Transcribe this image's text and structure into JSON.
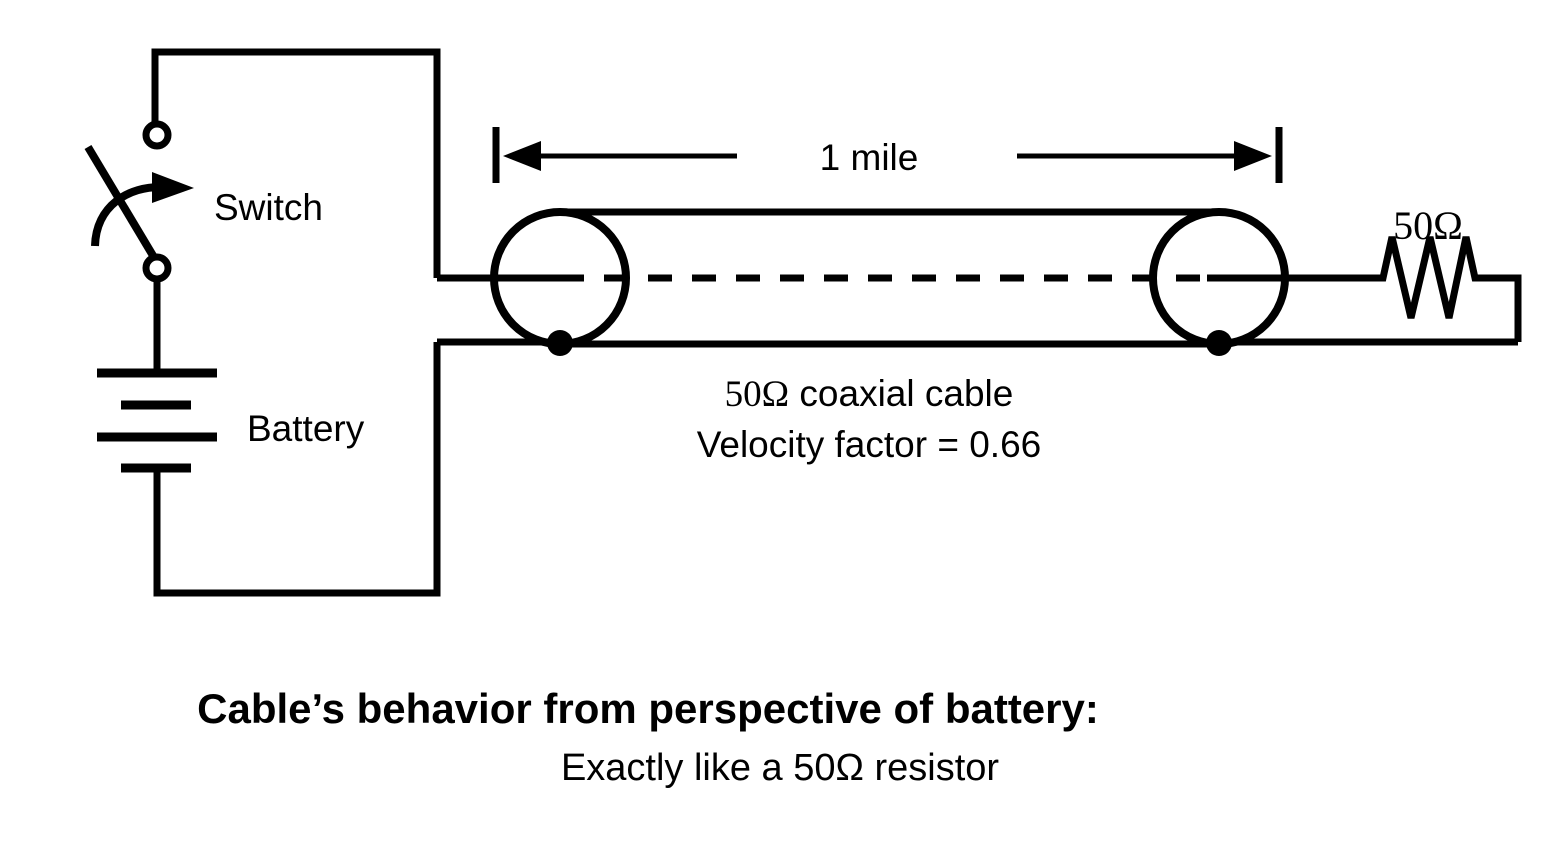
{
  "diagram": {
    "title_caption": "Cable’s behavior from perspective of battery:",
    "subtitle_caption": "Exactly like a 50Ω resistor",
    "labels": {
      "switch": "Switch",
      "battery": "Battery",
      "dimension": "1 mile",
      "cable_line1_impedance": "50Ω",
      "cable_line1_rest": " coaxial cable",
      "cable_line2": "Velocity factor = 0.66",
      "terminating_resistor": "50Ω"
    },
    "components": {
      "switch_name": "switch",
      "battery_name": "battery",
      "cable_name": "coaxial-cable",
      "left_connector_name": "coax-connector-left",
      "right_connector_name": "coax-connector-right",
      "resistor_name": "terminating-resistor-50-ohm"
    },
    "colors": {
      "stroke": "#000000",
      "background": "#ffffff"
    }
  }
}
